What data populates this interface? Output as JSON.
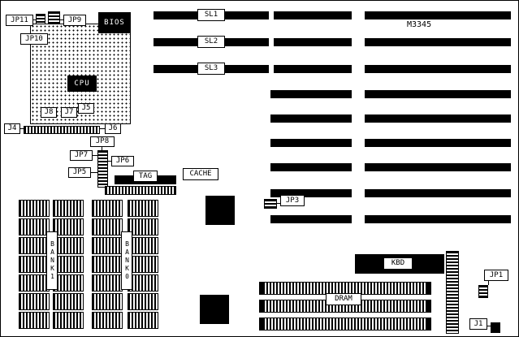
{
  "board": {
    "model": "M3345",
    "labels": {
      "jp11": "JP11",
      "jp9": "JP9",
      "jp10": "JP10",
      "bios": "BIOS",
      "cpu": "CPU",
      "j8": "J8",
      "j7": "J7",
      "j5": "J5",
      "j4": "J4",
      "j6": "J6",
      "jp8": "JP8",
      "jp7": "JP7",
      "jp6": "JP6",
      "jp5": "JP5",
      "tag": "TAG",
      "cache": "CACHE",
      "sl1": "SL1",
      "sl2": "SL2",
      "sl3": "SL3",
      "jp3": "JP3",
      "bank1": "BANK1",
      "bank0": "BANK0",
      "kbd": "KBD",
      "dram": "DRAM",
      "jp1": "JP1",
      "j1": "J1"
    },
    "colors": {
      "chip": "#000000",
      "background": "#ffffff",
      "line": "#000000"
    }
  }
}
